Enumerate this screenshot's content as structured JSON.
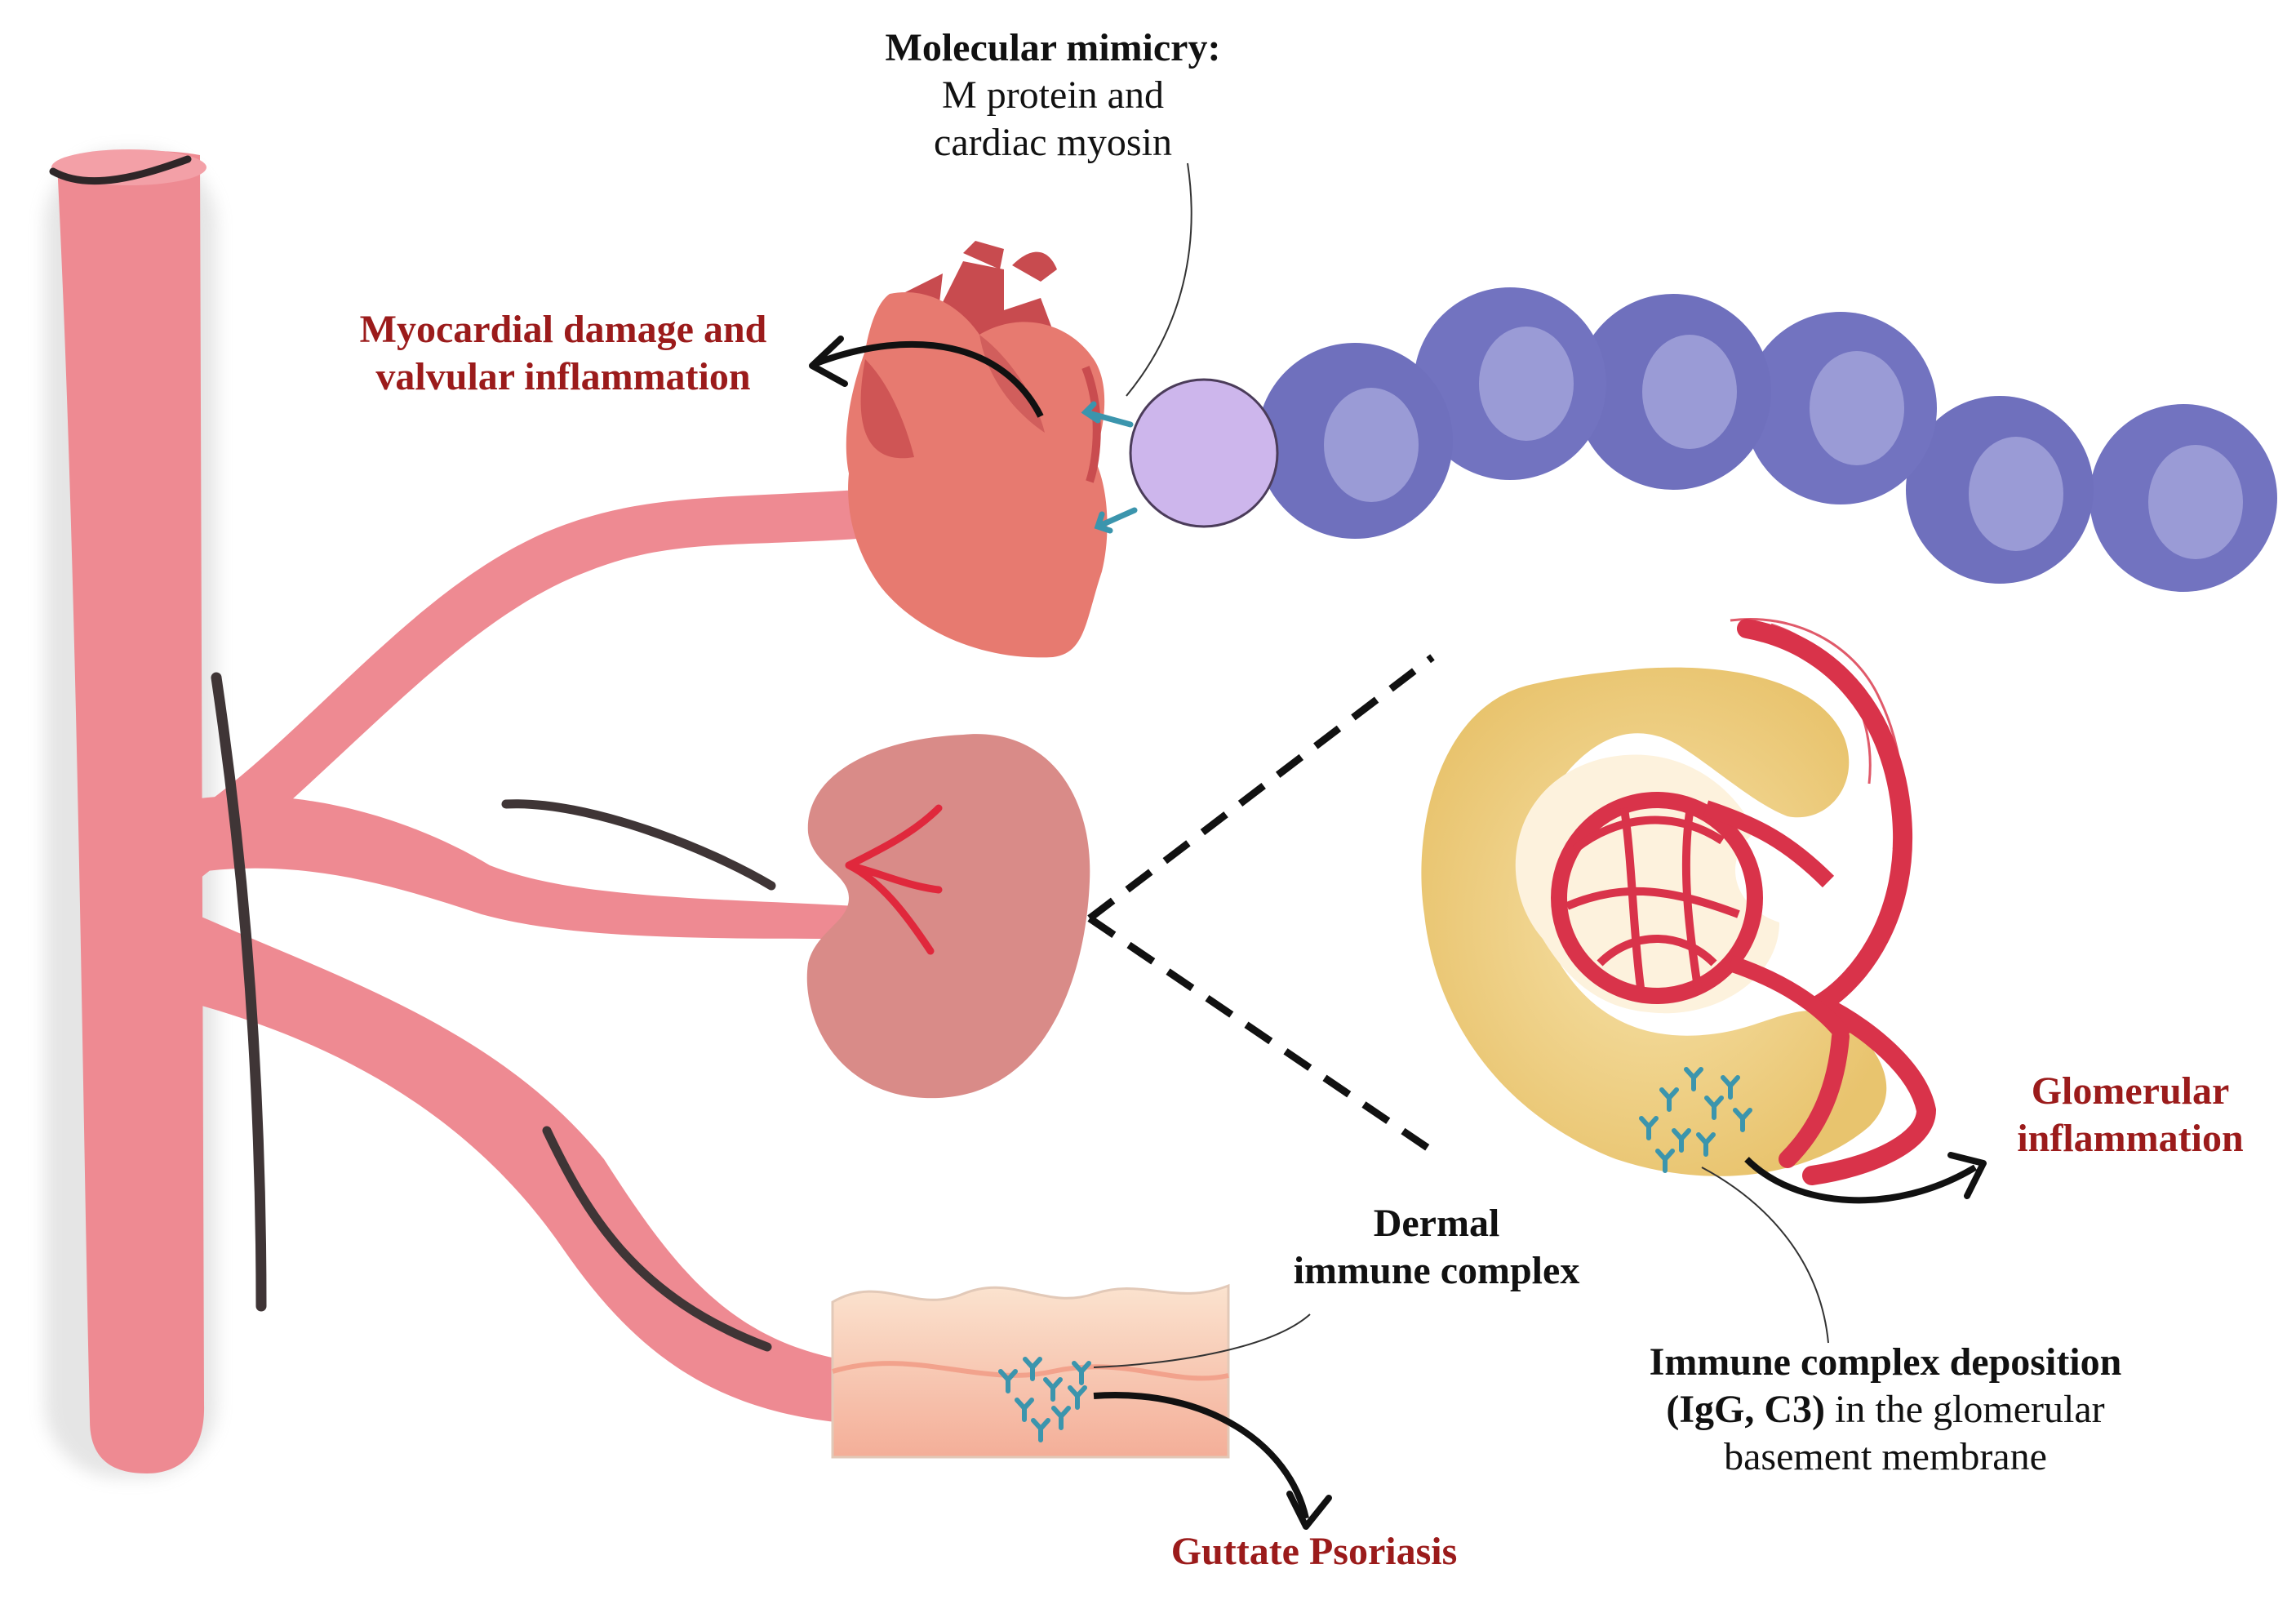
{
  "labels": {
    "mimicry_title": "Molecular mimicry:",
    "mimicry_line1": "M protein and",
    "mimicry_line2": "cardiac myosin",
    "myocardial_line1": "Myocardial damage and",
    "myocardial_line2": "valvular inflammation",
    "glomerular_line1": "Glomerular",
    "glomerular_line2": "inflammation",
    "dermal_line1": "Dermal",
    "dermal_line2": "immune complex",
    "deposition_bold": "Immune complex deposition",
    "deposition_line2_bold": "(IgG, C3)",
    "deposition_line2_rest": " in the glomerular",
    "deposition_line3": "basement membrane",
    "guttate": "Guttate Psoriasis"
  },
  "colors": {
    "artery": "#ee8a92",
    "artery_shadow": "#4a3b3c",
    "heart": "#e77a70",
    "heart_dark": "#c94c4f",
    "kidney": "#d98b88",
    "bacteria": "#7273c0",
    "bacteria_light": "#9a9bd6",
    "bacteria_head": "#cdb6ec",
    "antibody": "#3b95ad",
    "glomerulus_capsule": "#e9c56f",
    "capillary": "#d9334a",
    "skin": "#f6c2a9",
    "label_red": "#9b1b1b"
  },
  "icons": [
    "heart-icon",
    "kidney-icon",
    "streptococcus-chain-icon",
    "glomerulus-icon",
    "skin-section-icon",
    "antibody-icon"
  ]
}
